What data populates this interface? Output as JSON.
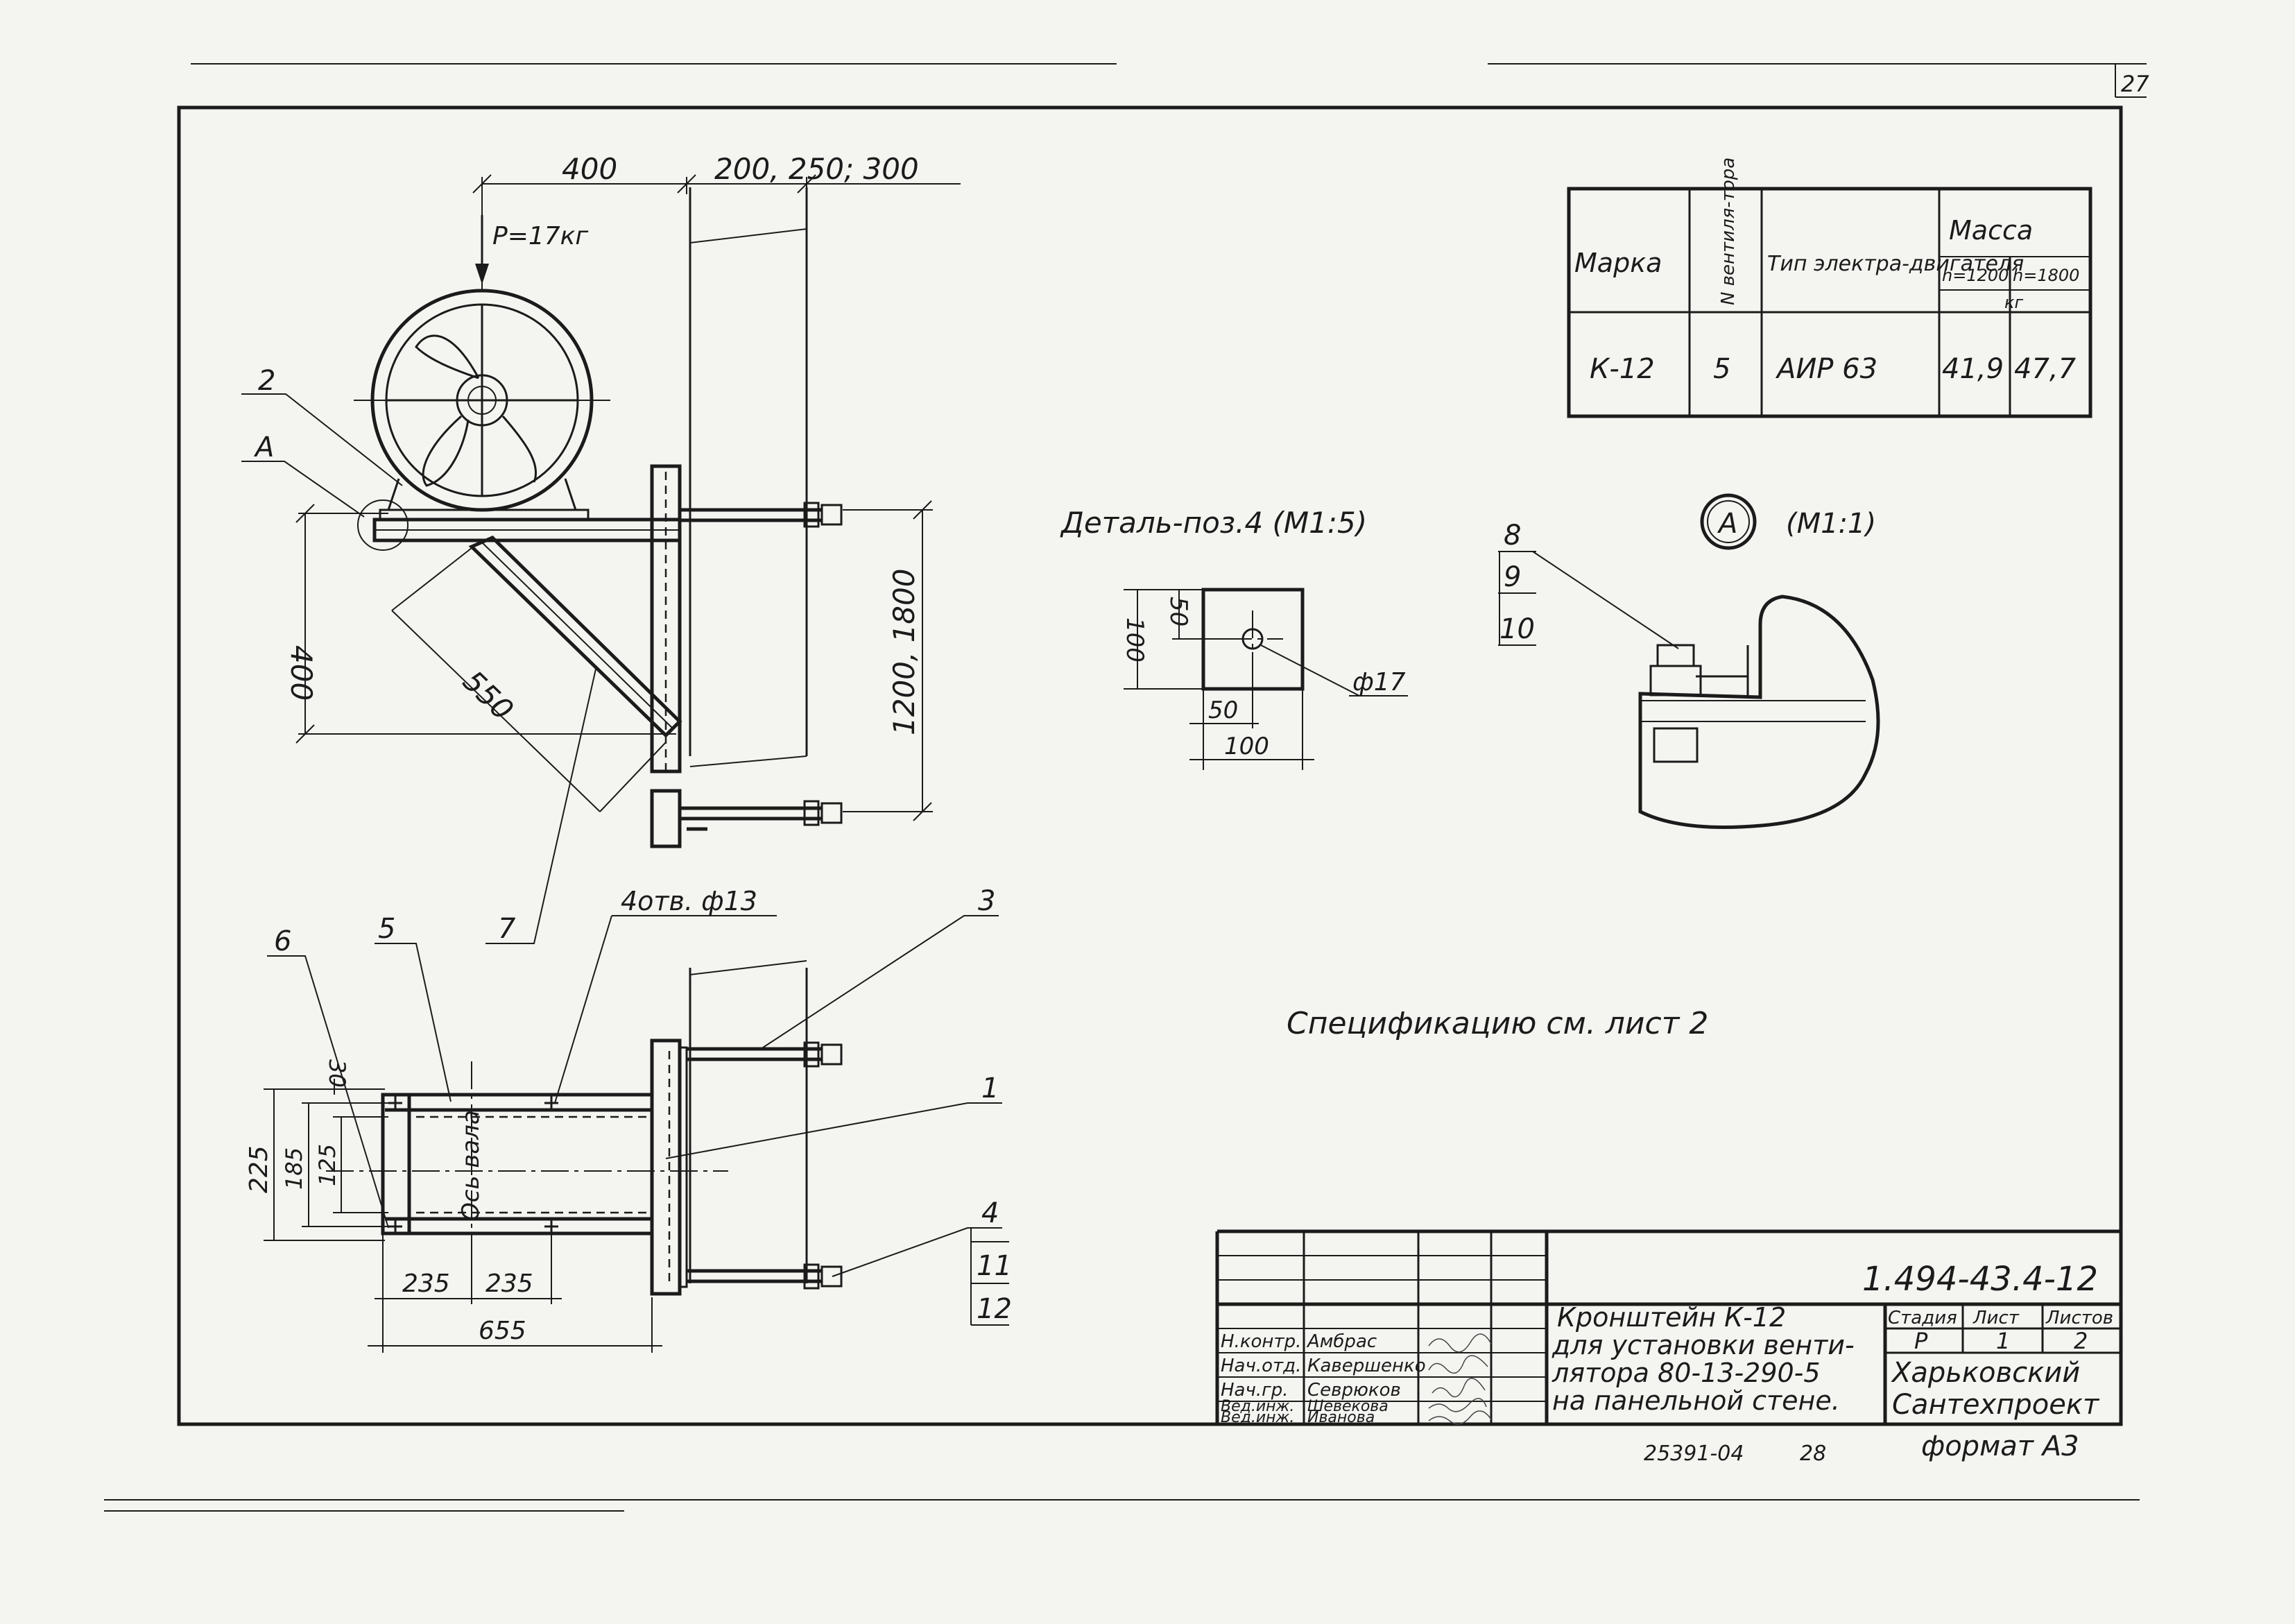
{
  "sheet": {
    "page_number": "27",
    "format": "формат А3",
    "archive_number": "25391-04",
    "archive_page": "28",
    "spec_note": "Спецификацию см. лист 2"
  },
  "table": {
    "headers": {
      "mark": "Марка",
      "fan_no": "N вентиля-тора",
      "motor": "Тип электра-двигателя",
      "mass": "Масса",
      "h1": "h=1200",
      "h2": "h=1800",
      "unit": "кг"
    },
    "row": {
      "mark": "К-12",
      "fan_no": "5",
      "motor": "АИР 63",
      "m1": "41,9",
      "m2": "47,7"
    }
  },
  "front_view": {
    "load": "Р=17кг",
    "dims": {
      "top_left": "400",
      "top_right": "200, 250; 300",
      "left_vertical": "400",
      "diagonal": "550",
      "right_vertical": "1200, 1800"
    },
    "callouts": {
      "c2": "2",
      "cA": "А",
      "c7": "7"
    }
  },
  "detail4": {
    "title": "Деталь-поз.4 (М1:5)",
    "dim_100v": "100",
    "dim_50v": "50",
    "dim_50h": "50",
    "dim_100h": "100",
    "hole": "ф17"
  },
  "detailA": {
    "mark": "А",
    "scale": "(М1:1)",
    "callouts": [
      "8",
      "9",
      "10"
    ]
  },
  "plan_view": {
    "holes": "4отв. ф13",
    "axis": "Ось вала",
    "dims": {
      "d30": "30",
      "d225": "225",
      "d185": "185",
      "d125": "125",
      "d235a": "235",
      "d235b": "235",
      "d655": "655"
    },
    "callouts": {
      "c6": "6",
      "c5": "5",
      "c3": "3",
      "c1": "1",
      "c4": "4",
      "c11": "11",
      "c12": "12"
    }
  },
  "title_block": {
    "doc_code": "1.494-43.4-12",
    "title_lines": [
      "Кронштейн К-12",
      "для установки венти-",
      "лятора 80-13-290-5",
      "на панельной стене."
    ],
    "stage_label": "Стадия",
    "sheet_label": "Лист",
    "sheets_label": "Листов",
    "stage": "Р",
    "sheet": "1",
    "sheets": "2",
    "org_lines": [
      "Харьковский",
      "Сантехпроект"
    ],
    "people": [
      {
        "role": "Н.контр.",
        "name": "Амбрас"
      },
      {
        "role": "Нач.отд.",
        "name": "Кавершенко"
      },
      {
        "role": "Нач.гр.",
        "name": "Севрюков"
      },
      {
        "role": "Вед.инж.",
        "name": "Шевекова"
      },
      {
        "role": "Вед.инж.",
        "name": "Иванова"
      }
    ]
  }
}
